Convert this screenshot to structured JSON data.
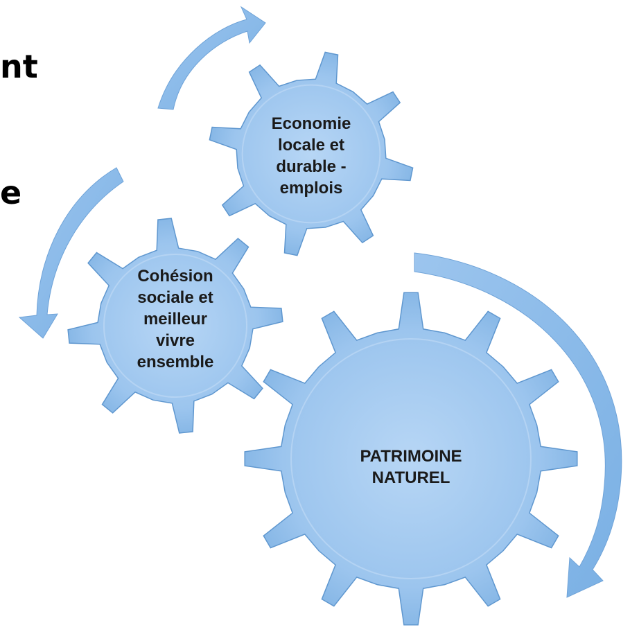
{
  "side_text": [
    "nt",
    "e"
  ],
  "gears": {
    "economie": [
      "Economie",
      "locale et",
      "durable -",
      "emplois"
    ],
    "cohesion": [
      "Cohésion",
      "sociale et",
      "meilleur",
      "vivre",
      "ensemble"
    ],
    "patrimoine": [
      "PATRIMOINE",
      "NATUREL"
    ]
  },
  "colors": {
    "gear_fill_light": "#a9cdf2",
    "gear_fill_dark": "#7ab0e4",
    "gear_edge": "#5f97cf",
    "arrow_fill": "#8dbde8"
  }
}
